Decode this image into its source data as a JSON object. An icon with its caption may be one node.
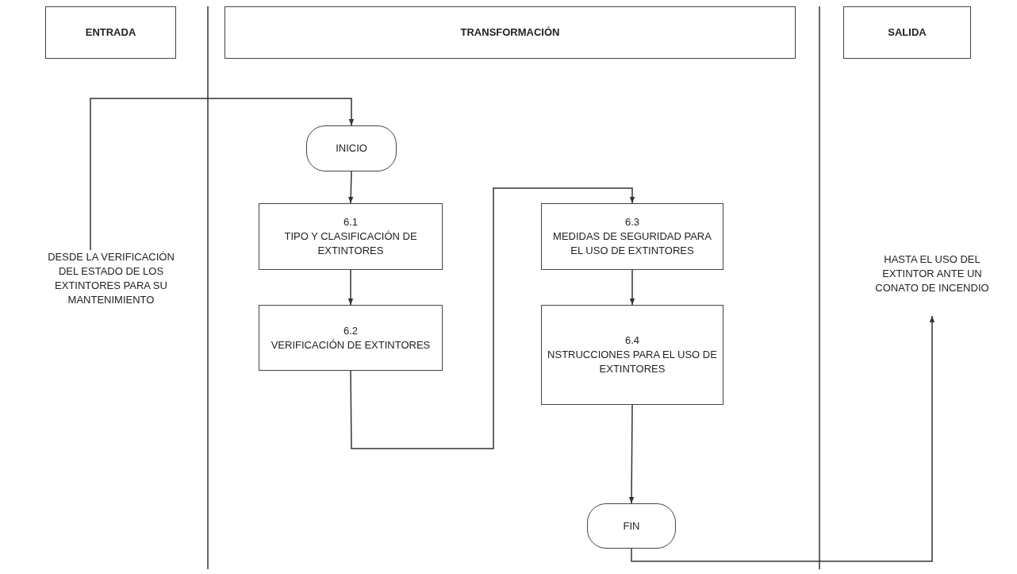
{
  "diagram": {
    "nodes": [
      {
        "text": [
          "ENTRADA"
        ]
      },
      {
        "text": [
          "TRANSFORMACIÓN"
        ]
      },
      {
        "text": [
          "SALIDA"
        ]
      },
      {
        "text": [
          "DESDE LA VERIFICACIÓN DEL ESTADO DE LOS EXTINTORES PARA SU MANTENIMIENTO"
        ]
      },
      {
        "text": [
          "INICIO"
        ]
      },
      {
        "text": [
          "6.1",
          "TIPO Y CLASIFICACIÓN DE EXTINTORES"
        ]
      },
      {
        "text": [
          "6.2",
          "VERIFICACIÓN DE EXTINTORES"
        ]
      },
      {
        "text": [
          "6.3",
          "MEDIDAS DE SEGURIDAD PARA EL USO DE EXTINTORES"
        ]
      },
      {
        "text": [
          "6.4",
          "NSTRUCCIONES PARA EL USO DE EXTINTORES"
        ]
      },
      {
        "text": [
          "FIN"
        ]
      },
      {
        "text": [
          "HASTA EL USO DEL EXTINTOR ANTE UN CONATO DE INCENDIO"
        ]
      }
    ],
    "edges": [
      {
        "from": 3,
        "to": 4,
        "arrow": "to"
      },
      {
        "from": 4,
        "to": 5,
        "arrow": "to"
      },
      {
        "from": 5,
        "to": 6,
        "arrow": "to"
      },
      {
        "from": 6,
        "to": 7,
        "arrow": "to"
      },
      {
        "from": 7,
        "to": 8,
        "arrow": "to"
      },
      {
        "from": 8,
        "to": 9,
        "arrow": "to"
      },
      {
        "from": 9,
        "to": 10,
        "arrow": "to"
      }
    ]
  }
}
